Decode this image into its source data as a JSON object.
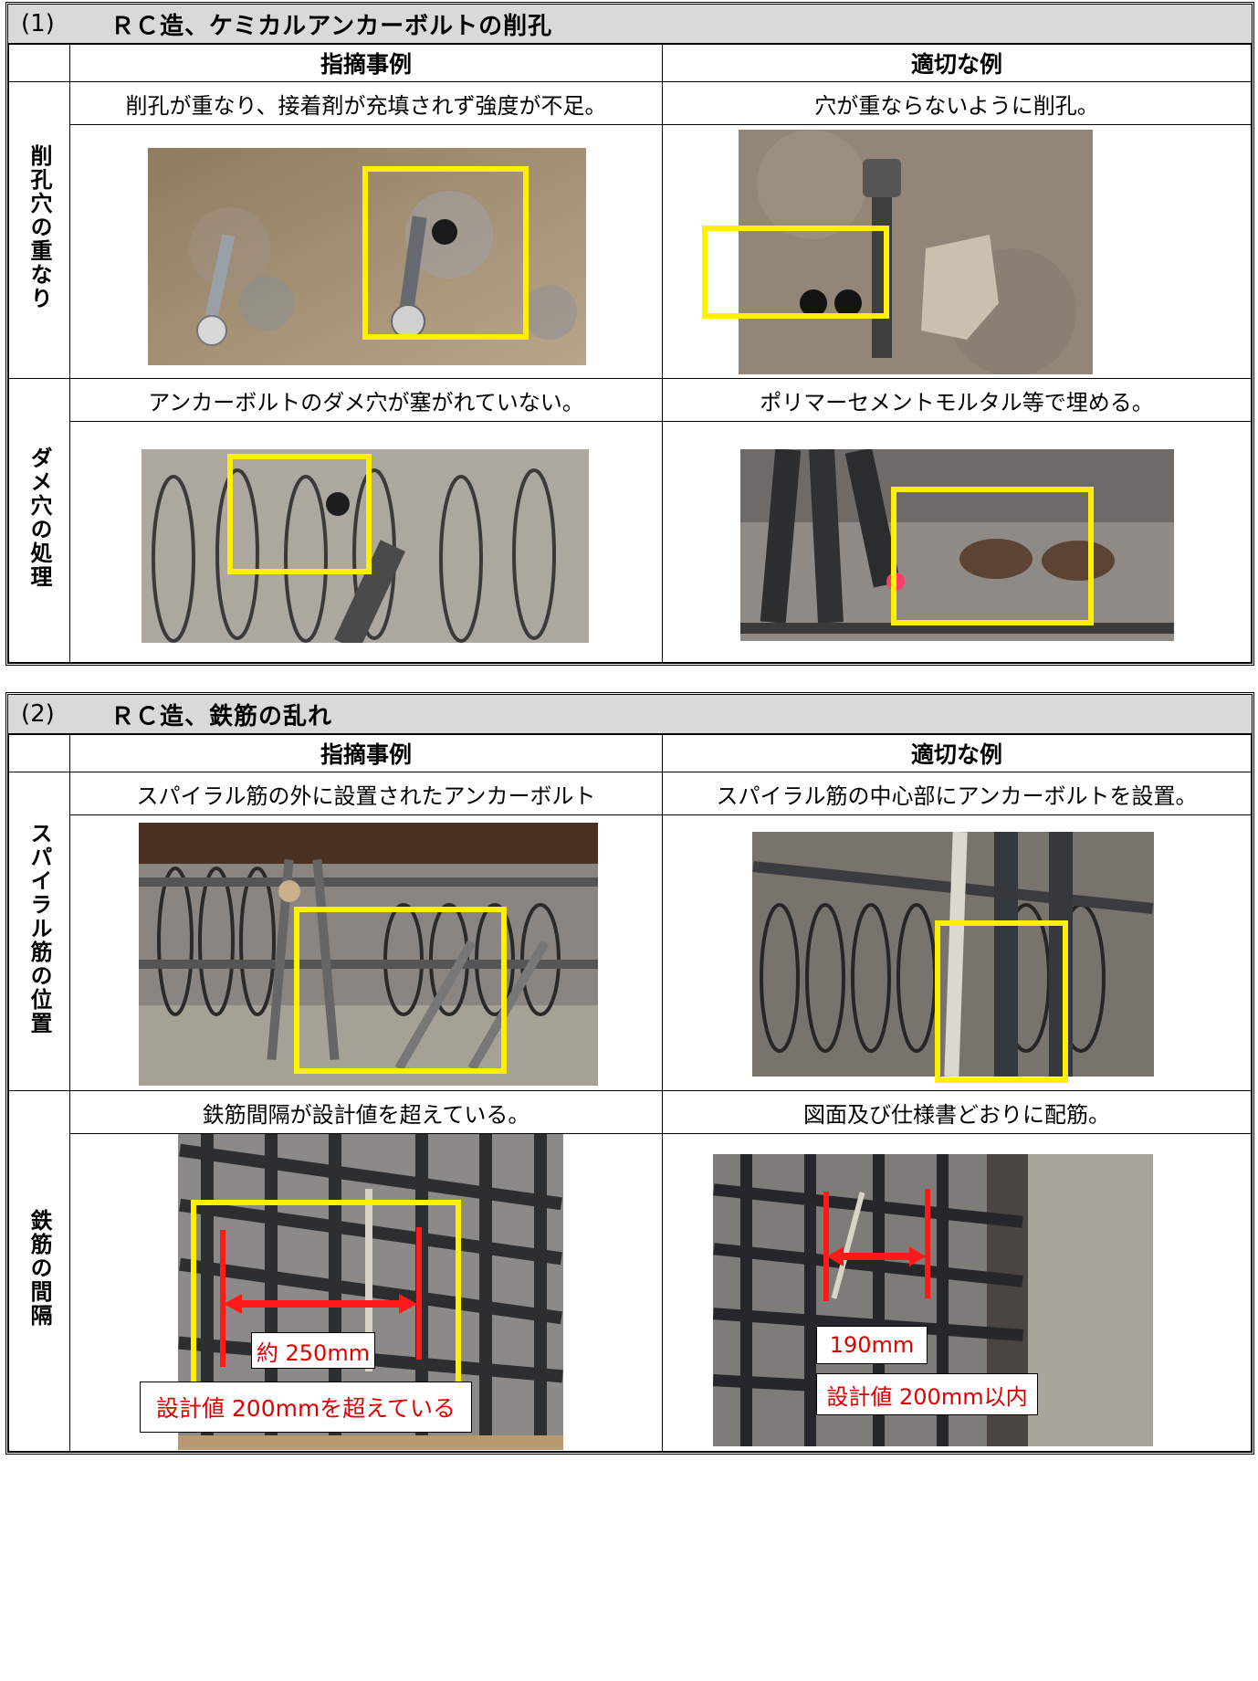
{
  "section1": {
    "number": "(1)",
    "title": "ＲＣ造、ケミカルアンカーボルトの削孔",
    "col_bad": "指摘事例",
    "col_good": "適切な例",
    "rows": [
      {
        "label": "削孔穴の重なり",
        "bad_caption": "削孔が重なり、接着剤が充填されず強度が不足。",
        "good_caption": "穴が重ならないように削孔。"
      },
      {
        "label": "ダメ穴の処理",
        "bad_caption": "アンカーボルトのダメ穴が塞がれていない。",
        "good_caption": "ポリマーセメントモルタル等で埋める。"
      }
    ]
  },
  "section2": {
    "number": "(2)",
    "title": "ＲＣ造、鉄筋の乱れ",
    "col_bad": "指摘事例",
    "col_good": "適切な例",
    "rows": [
      {
        "label": "スパイラル筋の位置",
        "bad_caption": "スパイラル筋の外に設置されたアンカーボルト",
        "good_caption": "スパイラル筋の中心部にアンカーボルトを設置。"
      },
      {
        "label": "鉄筋の間隔",
        "bad_caption": "鉄筋間隔が設計値を超えている。",
        "good_caption": "図面及び仕様書どおりに配筋。",
        "bad_measure": "約 250mm",
        "bad_note": "設計値 200mmを超えている",
        "good_measure": "190mm",
        "good_note": "設計値 200mm以内"
      }
    ]
  },
  "colors": {
    "highlight": "#ffef00",
    "measure": "#ff1a1a",
    "header_bg": "#d9d9d9"
  }
}
